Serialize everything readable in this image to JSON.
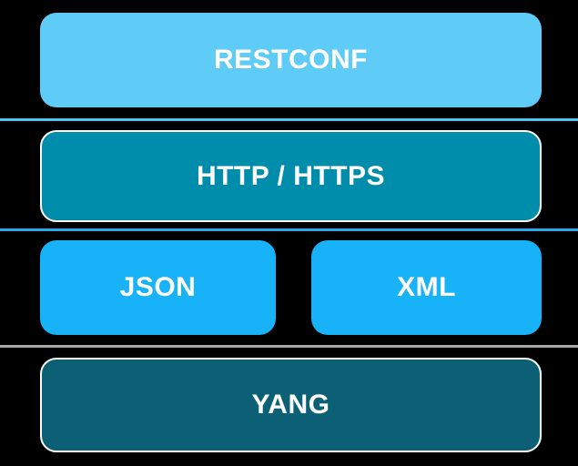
{
  "diagram": {
    "background_color": "#000000",
    "text_color": "#FFFFFF",
    "boxes": {
      "restconf": {
        "label": "RESTCONF",
        "fill": "#5FCBF7",
        "border_color": ""
      },
      "http": {
        "label": "HTTP / HTTPS",
        "fill": "#008CAB",
        "border_color": "#FFFFFF"
      },
      "json": {
        "label": "JSON",
        "fill": "#18B2F8",
        "border_color": ""
      },
      "xml": {
        "label": "XML",
        "fill": "#18B2F8",
        "border_color": ""
      },
      "yang": {
        "label": "YANG",
        "fill": "#0B6076",
        "border_color": "#FFFFFF"
      }
    },
    "dividers": {
      "below_restconf": {
        "color": "#4FC3F0"
      },
      "below_http": {
        "color": "#28A9EE"
      },
      "below_json_xml": {
        "color": "#A6A6A6"
      }
    }
  }
}
